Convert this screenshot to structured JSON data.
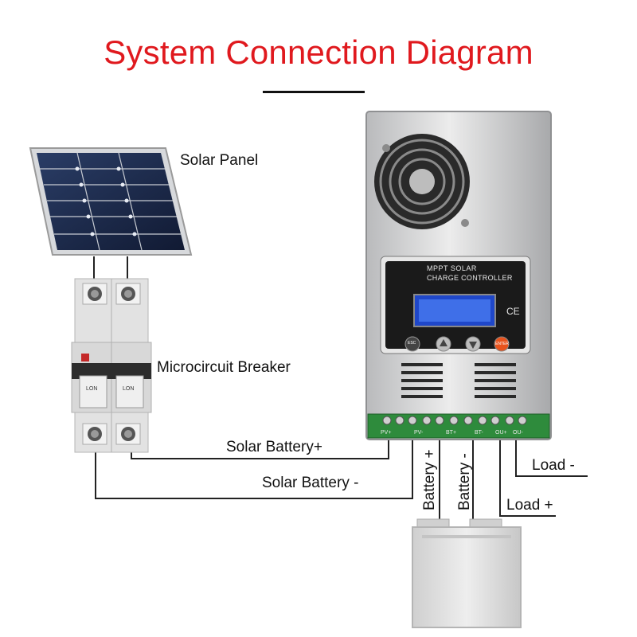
{
  "title": "System Connection Diagram",
  "components": {
    "solar_panel": "Solar Panel",
    "breaker": "Microcircuit Breaker",
    "controller_label_1": "MPPT SOLAR",
    "controller_label_2": "CHARGE CONTROLLER",
    "ce_mark": "CE",
    "btn_esc": "ESC",
    "btn_enter": "ENTER",
    "breaker_switch_label": "LON"
  },
  "terminals": [
    "PV+",
    "PV-",
    "BT+",
    "BT-",
    "OU+",
    "OU-"
  ],
  "wires": {
    "solar_battery_plus": "Solar Battery+",
    "solar_battery_minus": "Solar Battery -",
    "battery_plus": "Battery +",
    "battery_minus": "Battery -",
    "load_minus": "Load -",
    "load_plus": "Load +"
  },
  "colors": {
    "title": "#e0191e",
    "panel_cell": "#1b2a4a",
    "controller_body": "#c9cacc",
    "controller_face": "#1a1a1a",
    "terminal_block": "#2e8b3c",
    "battery": "#dcdcdc"
  }
}
